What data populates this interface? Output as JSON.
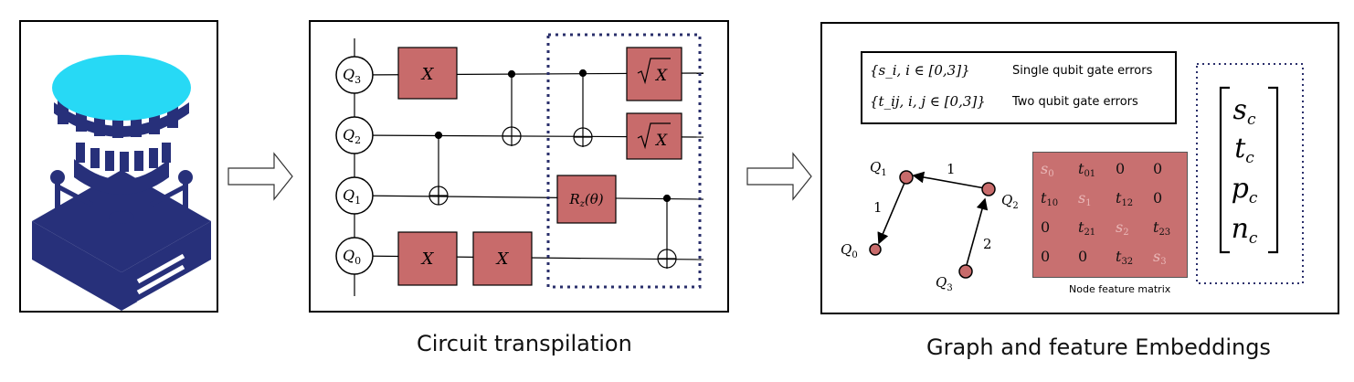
{
  "captions": {
    "transpilation": "Circuit transpilation",
    "embeddings": "Graph and feature Embeddings"
  },
  "circuit": {
    "qubits": [
      {
        "main": "Q",
        "sub": "3"
      },
      {
        "main": "Q",
        "sub": "2"
      },
      {
        "main": "Q",
        "sub": "1"
      },
      {
        "main": "Q",
        "sub": "0"
      }
    ],
    "gates": {
      "x": "X",
      "sqrt_x": "X",
      "rz_main": "R",
      "rz_sub": "z",
      "rz_param": "(θ)"
    }
  },
  "errors": {
    "single_formula": "{s_i, i ∈ [0,3]}",
    "single_label": "Single qubit gate errors",
    "two_formula": "{t_ij, i, j ∈ [0,3]}",
    "two_label": "Two qubit gate errors"
  },
  "graph": {
    "nodes": [
      {
        "main": "Q",
        "sub": "1"
      },
      {
        "main": "Q",
        "sub": "2"
      },
      {
        "main": "Q",
        "sub": "0"
      },
      {
        "main": "Q",
        "sub": "3"
      }
    ],
    "edge_labels": [
      "1",
      "1",
      "2"
    ]
  },
  "matrix": {
    "caption": "Node feature matrix",
    "rows": [
      [
        {
          "m": "s",
          "s": "0",
          "light": true
        },
        {
          "m": "t",
          "s": "01"
        },
        {
          "m": "0",
          "s": ""
        },
        {
          "m": "0",
          "s": ""
        }
      ],
      [
        {
          "m": "t",
          "s": "10"
        },
        {
          "m": "s",
          "s": "1",
          "light": true
        },
        {
          "m": "t",
          "s": "12"
        },
        {
          "m": "0",
          "s": ""
        }
      ],
      [
        {
          "m": "0",
          "s": ""
        },
        {
          "m": "t",
          "s": "21"
        },
        {
          "m": "s",
          "s": "2",
          "light": true
        },
        {
          "m": "t",
          "s": "23"
        }
      ],
      [
        {
          "m": "0",
          "s": ""
        },
        {
          "m": "0",
          "s": ""
        },
        {
          "m": "t",
          "s": "32"
        },
        {
          "m": "s",
          "s": "3",
          "light": true
        }
      ]
    ]
  },
  "vector": [
    {
      "m": "s",
      "s": "c"
    },
    {
      "m": "t",
      "s": "c"
    },
    {
      "m": "p",
      "s": "c"
    },
    {
      "m": "n",
      "s": "c"
    }
  ],
  "colors": {
    "gate_fill": "#c86b6b",
    "matrix_fill": "#c87070",
    "device_navy": "#27307a",
    "device_cyan": "#27d9f5",
    "dotted": "#2a2f6b"
  }
}
